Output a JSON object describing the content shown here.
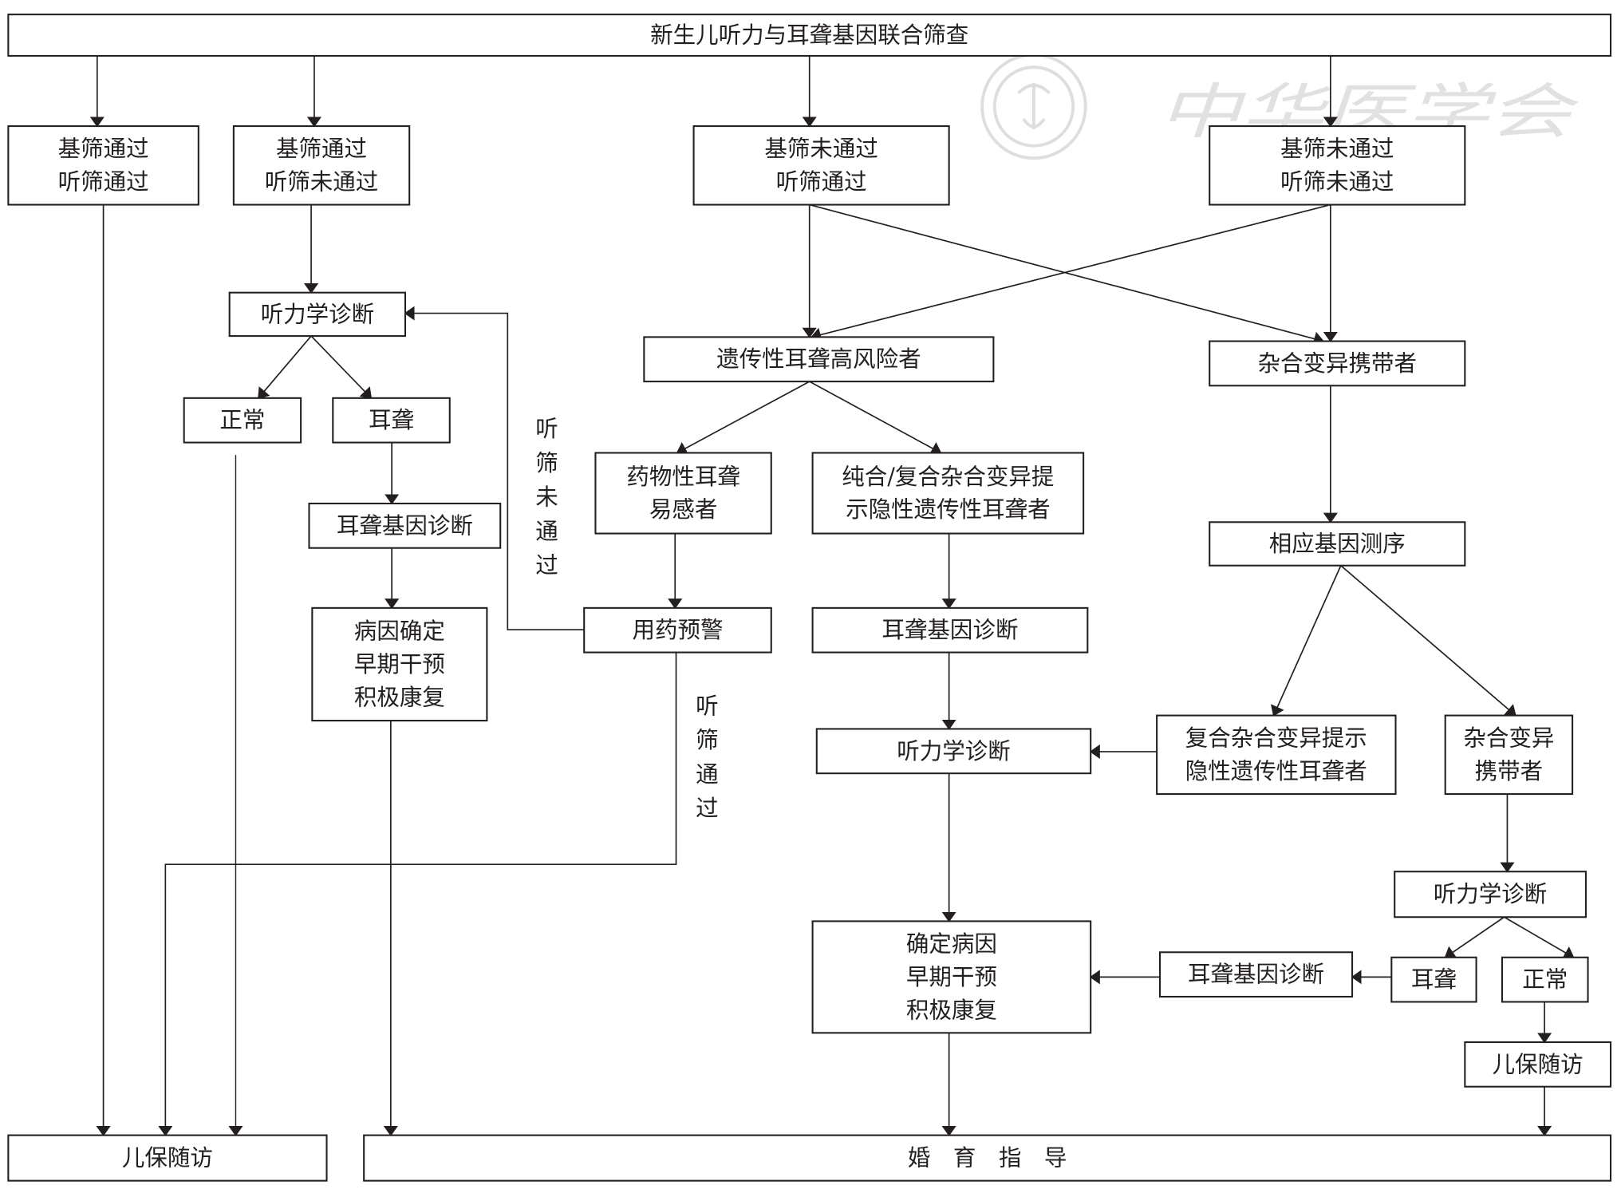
{
  "diagram": {
    "title": "新生儿听力与耳聋基因联合筛查",
    "watermark": {
      "text": "中华医学会",
      "logo": "chinese-medical-association-emblem"
    },
    "nodes": {
      "gene_pass_hear_pass": [
        "基筛通过",
        "听筛通过"
      ],
      "gene_pass_hear_fail": [
        "基筛通过",
        "听筛未通过"
      ],
      "gene_fail_hear_pass": [
        "基筛未通过",
        "听筛通过"
      ],
      "gene_fail_hear_fail": [
        "基筛未通过",
        "听筛未通过"
      ],
      "audiology_dx_left": [
        "听力学诊断"
      ],
      "normal_left": [
        "正常"
      ],
      "deaf_left": [
        "耳聋"
      ],
      "deaf_gene_dx_left": [
        "耳聋基因诊断"
      ],
      "cause_confirmed_left": [
        "病因确定",
        "早期干预",
        "积极康复"
      ],
      "hereditary_high_risk": [
        "遗传性耳聋高风险者"
      ],
      "heterozygous_carrier": [
        "杂合变异携带者"
      ],
      "drug_induced_susceptible": [
        "药物性耳聋",
        "易感者"
      ],
      "homo_compound_recessive": [
        "纯合/复合杂合变异提",
        "示隐性遗传性耳聋者"
      ],
      "medication_warning": [
        "用药预警"
      ],
      "deaf_gene_dx_mid": [
        "耳聋基因诊断"
      ],
      "gene_sequencing": [
        "相应基因测序"
      ],
      "compound_recessive": [
        "复合杂合变异提示",
        "隐性遗传性耳聋者"
      ],
      "heterozygous_carrier_2": [
        "杂合变异",
        "携带者"
      ],
      "audiology_dx_mid": [
        "听力学诊断"
      ],
      "audiology_dx_right": [
        "听力学诊断"
      ],
      "cause_confirmed_mid": [
        "确定病因",
        "早期干预",
        "积极康复"
      ],
      "deaf_gene_dx_right": [
        "耳聋基因诊断"
      ],
      "deaf_right": [
        "耳聋"
      ],
      "normal_right": [
        "正常"
      ],
      "child_followup_right": [
        "儿保随访"
      ],
      "child_followup_bottom": [
        "儿保随访"
      ],
      "marriage_guidance": [
        "婚　育　指　导"
      ]
    },
    "edge_labels": {
      "hear_fail": [
        "听",
        "筛",
        "未",
        "通",
        "过"
      ],
      "hear_pass": [
        "听",
        "筛",
        "通",
        "过"
      ]
    }
  }
}
